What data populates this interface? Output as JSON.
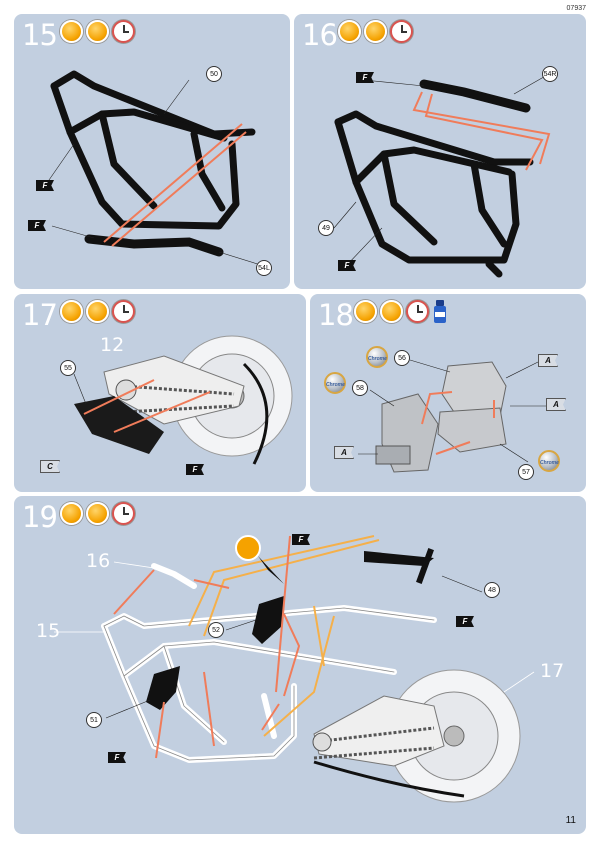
{
  "doc_code": "07937",
  "page_number": "11",
  "colors": {
    "panel": "#c2cfe0",
    "arrow": "#f07c5a",
    "glue_arrow": "#f5b04a",
    "frame": "#111111"
  },
  "steps": [
    {
      "number": "15",
      "icons": [
        "glue-icon",
        "paint-icon",
        "clock-icon"
      ],
      "callouts": [
        "50",
        "54L"
      ],
      "flags": [
        "F",
        "F"
      ]
    },
    {
      "number": "16",
      "icons": [
        "glue-icon",
        "paint-icon",
        "clock-icon"
      ],
      "callouts": [
        "54R",
        "49"
      ],
      "flags": [
        "F",
        "F"
      ]
    },
    {
      "number": "17",
      "icons": [
        "glue-icon",
        "paint-icon",
        "clock-icon"
      ],
      "sub_label": "12",
      "callouts": [
        "55"
      ],
      "flags": [
        "C",
        "F"
      ]
    },
    {
      "number": "18",
      "icons": [
        "glue-icon",
        "paint-icon",
        "clock-icon",
        "paint-bottle-icon"
      ],
      "callouts": [
        "56",
        "58",
        "57"
      ],
      "flags": [
        "A",
        "A",
        "A"
      ],
      "chrome_label": "Chrome"
    },
    {
      "number": "19",
      "icons": [
        "glue-icon",
        "paint-icon",
        "clock-icon"
      ],
      "sub_labels": [
        "16",
        "15",
        "17"
      ],
      "callouts": [
        "48",
        "52",
        "51"
      ],
      "flags": [
        "F",
        "F",
        "F"
      ]
    }
  ]
}
